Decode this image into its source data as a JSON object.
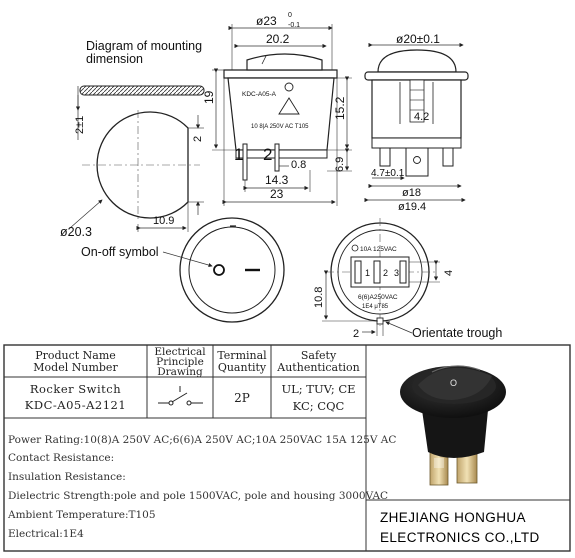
{
  "labels": {
    "mount_title_1": "Diagram of mounting",
    "mount_title_2": "dimension",
    "on_off_symbol": "On-off symbol",
    "orientate_trough": "Orientate trough"
  },
  "dimensions": {
    "top_width_tol": "ø23",
    "top_width_tol_upper": "0",
    "top_width_tol_lower": "-0.1",
    "inner_width": "20.2",
    "height": "19",
    "right_height": "15.2",
    "lead_height": "6.9",
    "pin_pitch": "14.3",
    "total_width": "23",
    "pin_thick": "0.8",
    "gap": "2±1",
    "side_dia": "2",
    "mount_dia": "ø20.3",
    "mount_flat": "10.9",
    "right_top_dia": "ø20±0.1",
    "right_inner": "4.2",
    "right_term": "4.7±0.1",
    "right_dia18": "ø18",
    "right_dia19": "ø19.4",
    "bottom_h": "10.8",
    "bottom_w": "4",
    "bottom_trough": "2"
  },
  "part_text": {
    "model": "KDC-A05-A",
    "rating": "10 8|A 250V AC T105",
    "term1": "1",
    "term2": "2",
    "bottom_rating_1": "10A 125VAC",
    "bottom_rating_2": "6(6)A250VAC",
    "bottom_rating_3": "1E4 μT85",
    "bottom_t1": "1",
    "bottom_t2": "2",
    "bottom_t3": "3"
  },
  "table": {
    "headers": {
      "product": "Product Name",
      "model": "Model Number",
      "principle_1": "Electrical",
      "principle_2": "Principle",
      "principle_3": "Drawing",
      "terminal_1": "Terminal",
      "terminal_2": "Quantity",
      "safety_1": "Safety",
      "safety_2": "Authentication"
    },
    "row": {
      "product": "Rocker Switch",
      "model": "KDC-A05-A2121",
      "quantity": "2P",
      "auth_1": "UL; TUV; CE",
      "auth_2": "KC; CQC"
    }
  },
  "specs": [
    "Power Rating:10(8)A 250V AC;6(6)A 250V AC;10A 250VAC 15A  125V AC",
    "Contact Resistance:",
    "Insulation Resistance:",
    "Dielectric Strength:pole and pole 1500VAC, pole and housing 3000VAC",
    "Ambient Temperature:T105",
    "Electrical:1E4"
  ],
  "company": {
    "line1": "ZHEJIANG HONGHUA",
    "line2": "ELECTRONICS CO.,LTD"
  },
  "photo": {
    "rocker_mark": "O"
  }
}
